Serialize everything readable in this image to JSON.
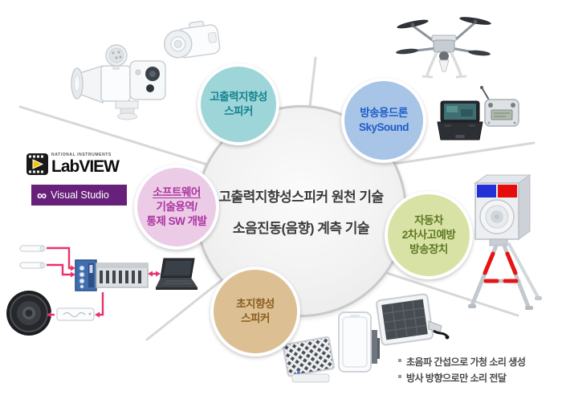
{
  "colors": {
    "background": "#ffffff",
    "circle_fill": "#f2f2f2",
    "circle_border": "#c9c9c9",
    "ray_line": "#d7d7d7",
    "center_text": "#3c3c3c",
    "arrow_pink": "#e8326e",
    "vs_purple": "#68217a",
    "warning_red": "#e81313",
    "warning_blue": "#2330d6"
  },
  "center": {
    "line1": "고출력지향성스피커 원천 기술",
    "line2": "소음진동(음향) 계측 기술"
  },
  "bubbles": {
    "high_power": {
      "line1": "고출력지향성",
      "line2": "스피커",
      "fill": "#9ed5d8",
      "text_color": "#14828f"
    },
    "drone": {
      "line1": "방송용드론",
      "line2": "SkySound",
      "fill": "#a8c5e8",
      "text_color": "#1e5cc6"
    },
    "software": {
      "line1": "소프트웨어",
      "line2": "기술용역/",
      "line3": "통제 SW 개발",
      "fill": "#eccbe7",
      "text_color": "#aa35a0"
    },
    "car": {
      "line1": "자동차",
      "line2": "2차사고예방",
      "line3": "방송장치",
      "fill": "#d8e2a5",
      "text_color": "#5d7823"
    },
    "ultra": {
      "line1": "초지향성",
      "line2": "스피커",
      "fill": "#dcbf93",
      "text_color": "#8a5f1d"
    }
  },
  "logos": {
    "labview": {
      "sub": "NATIONAL INSTRUMENTS",
      "brand": "LabVIEW"
    },
    "visual_studio": {
      "glyph": "∞",
      "label": "Visual Studio"
    }
  },
  "notes": {
    "items": [
      "초음파 간섭으로 가청 소리 생성",
      "방사 방향으로만 소리 전달"
    ]
  },
  "illustrations": {
    "top_left": [
      "ptz-directional-speaker",
      "horn-speaker"
    ],
    "top_right": [
      "quadcopter-drone",
      "ground-station-case",
      "rc-controller"
    ],
    "right": [
      "warning-speaker-on-tripod"
    ],
    "bottom_right": [
      "patterned-panel-speaker",
      "white-panel-speaker",
      "dark-panel-speaker"
    ],
    "bottom_left": [
      "microphone",
      "microphone",
      "daq-chassis",
      "laptop",
      "amplifier",
      "subwoofer",
      "signal-arrows"
    ]
  }
}
